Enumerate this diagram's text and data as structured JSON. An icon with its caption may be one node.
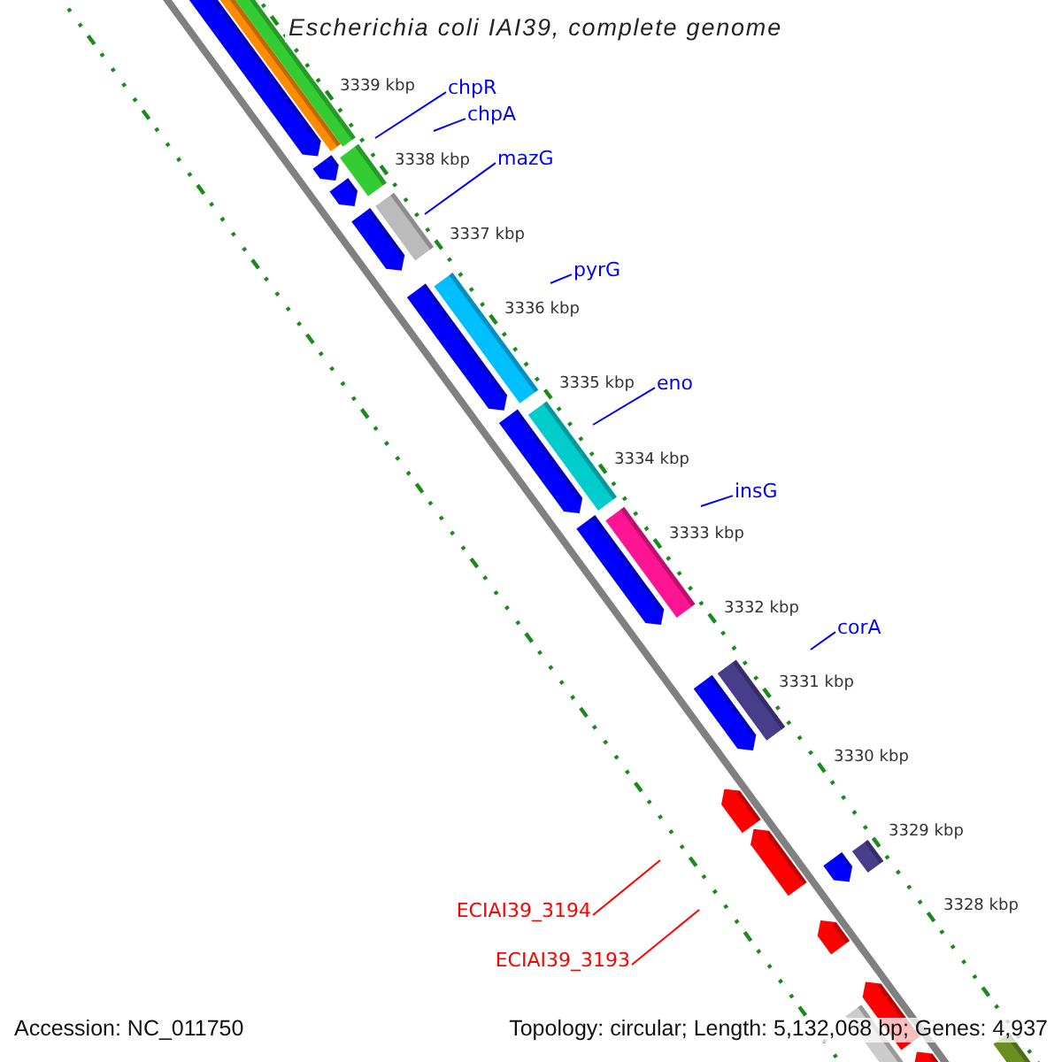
{
  "diagram": {
    "title": "Escherichia coli IAI39, complete genome",
    "nodes": [
      {
        "text": [
          "chpR"
        ]
      },
      {
        "text": [
          "chpA"
        ]
      },
      {
        "text": [
          "mazG"
        ]
      },
      {
        "text": [
          "pyrG"
        ]
      },
      {
        "text": [
          "eno"
        ]
      },
      {
        "text": [
          "insG"
        ]
      },
      {
        "text": [
          "corA"
        ]
      },
      {
        "text": [
          "ECIAI39_3194"
        ]
      },
      {
        "text": [
          "ECIAI39_3193"
        ]
      }
    ],
    "edges": [
      {
        "from": 0,
        "to": null,
        "arrow": "none"
      },
      {
        "from": 1,
        "to": null,
        "arrow": "none"
      },
      {
        "from": 2,
        "to": null,
        "arrow": "none"
      },
      {
        "from": 3,
        "to": null,
        "arrow": "none"
      },
      {
        "from": 4,
        "to": null,
        "arrow": "none"
      },
      {
        "from": 5,
        "to": null,
        "arrow": "none"
      },
      {
        "from": 6,
        "to": null,
        "arrow": "none"
      },
      {
        "from": 7,
        "to": null,
        "arrow": "none",
        "color": "#ff0000"
      },
      {
        "from": 8,
        "to": null,
        "arrow": "none",
        "color": "#ff0000"
      }
    ],
    "labels": [
      "3339 kbp",
      "3338 kbp",
      "3337 kbp",
      "3336 kbp",
      "3335 kbp",
      "3334 kbp",
      "3333 kbp",
      "3332 kbp",
      "3331 kbp",
      "3330 kbp",
      "3329 kbp",
      "3328 kbp",
      "Accession: NC_011750",
      "Topology: circular; Length: 5,132,068 bp; Genes: 4,937"
    ]
  }
}
